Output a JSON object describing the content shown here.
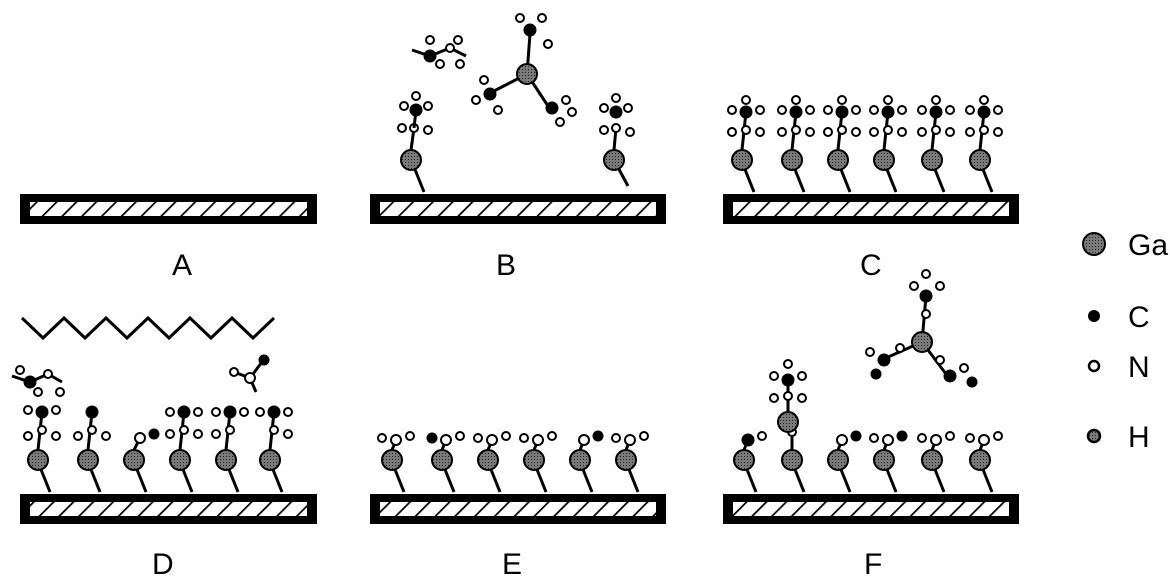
{
  "panels": [
    {
      "id": "A",
      "label": "A",
      "stage": "bare-substrate"
    },
    {
      "id": "B",
      "label": "B",
      "stage": "precursor-adsorption"
    },
    {
      "id": "C",
      "label": "C",
      "stage": "saturated-monolayer"
    },
    {
      "id": "D",
      "label": "D",
      "stage": "irradiation-desorption"
    },
    {
      "id": "E",
      "label": "E",
      "stage": "nitrided-surface"
    },
    {
      "id": "F",
      "label": "F",
      "stage": "next-cycle-adsorption"
    }
  ],
  "legend": [
    {
      "key": "Ga",
      "label": "Ga",
      "symbol": "large-stippled-circle"
    },
    {
      "key": "C",
      "label": "C",
      "symbol": "small-solid-dot"
    },
    {
      "key": "N",
      "label": "N",
      "symbol": "small-open-circle"
    },
    {
      "key": "H",
      "label": "H",
      "symbol": "small-dotted-circle"
    }
  ],
  "colors": {
    "ink": "#000000",
    "background": "#ffffff",
    "stipple": "#6a6a6a"
  }
}
